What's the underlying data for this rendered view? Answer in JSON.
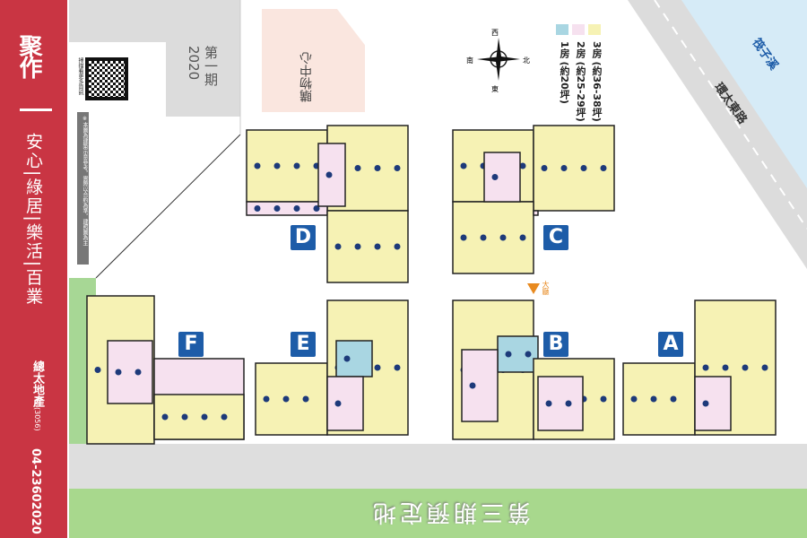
{
  "brand": {
    "logo_text": "聚作",
    "slogan": "安心|綠居|樂活|百業",
    "company": "總太地產",
    "company_code": "(3056)",
    "phone": "04-23602020"
  },
  "qr": {
    "label": "掃描看更多資訊"
  },
  "disclaimer": "※本圖為建築示意參考，實際以合約為準，建照圖為主",
  "areas": {
    "phase1": "第一期 2020",
    "mall": "購物中心",
    "phase3": "第三期預定地",
    "road": "環太東路",
    "river": "筏子溪",
    "lobby": "大廳"
  },
  "compass": {
    "north": "北",
    "south": "南",
    "east": "東",
    "west": "西"
  },
  "legend": [
    {
      "label": "3房 (約36-38坪)",
      "color": "#f6f2b4"
    },
    {
      "label": "2房 (約25-29坪)",
      "color": "#f6e1ef"
    },
    {
      "label": "1房 (約20坪)",
      "color": "#a9d6e2"
    }
  ],
  "buildings": [
    "A",
    "B",
    "C",
    "D",
    "E",
    "F"
  ],
  "colors": {
    "brand_red": "#c93543",
    "building_label": "#1d5ca8",
    "green": "#a8d88d"
  }
}
